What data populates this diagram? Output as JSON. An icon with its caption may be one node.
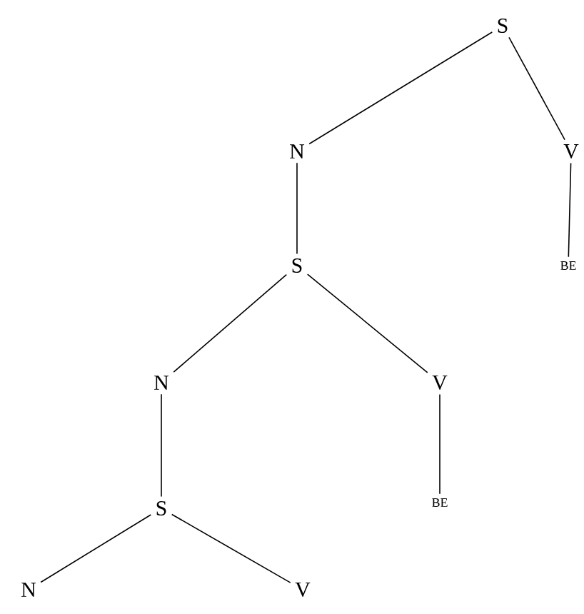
{
  "diagram": {
    "nodes": [
      {
        "text": [
          "S"
        ]
      },
      {
        "text": [
          "N"
        ]
      },
      {
        "text": [
          "V"
        ]
      },
      {
        "text": [
          "S"
        ]
      },
      {
        "text": [
          "BE"
        ]
      },
      {
        "text": [
          "N"
        ]
      },
      {
        "text": [
          "V"
        ]
      },
      {
        "text": [
          "BE"
        ]
      },
      {
        "text": [
          "S"
        ]
      },
      {
        "text": [
          "N"
        ]
      },
      {
        "text": [
          "V"
        ]
      }
    ],
    "edges": [
      {
        "from": 0,
        "to": 1,
        "arrow": "none"
      },
      {
        "from": 0,
        "to": 2,
        "arrow": "none"
      },
      {
        "from": 2,
        "to": 4,
        "arrow": "none"
      },
      {
        "from": 1,
        "to": 3,
        "arrow": "none"
      },
      {
        "from": 3,
        "to": 5,
        "arrow": "none"
      },
      {
        "from": 3,
        "to": 6,
        "arrow": "none"
      },
      {
        "from": 6,
        "to": 7,
        "arrow": "none"
      },
      {
        "from": 5,
        "to": 8,
        "arrow": "none"
      },
      {
        "from": 8,
        "to": 9,
        "arrow": "none"
      },
      {
        "from": 8,
        "to": 10,
        "arrow": "none"
      }
    ]
  }
}
